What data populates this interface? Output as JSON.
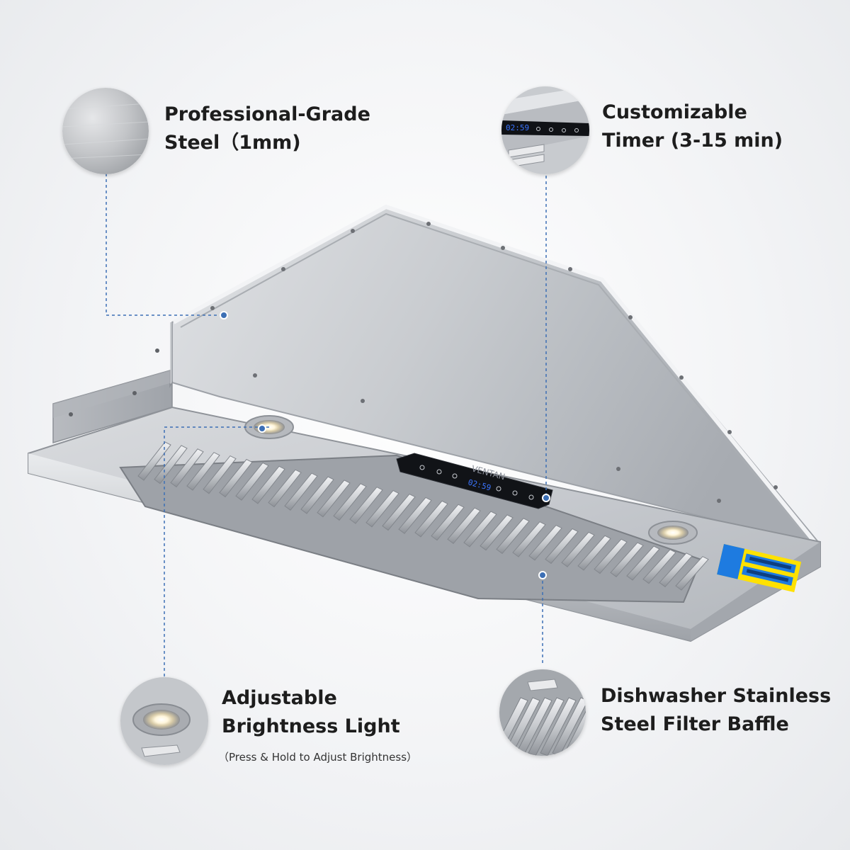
{
  "features": {
    "steel": {
      "line1": "Professional-Grade",
      "line2": "Steel（1mm)"
    },
    "timer": {
      "line1": "Customizable",
      "line2": "Timer (3-15 min)"
    },
    "light": {
      "line1": "Adjustable",
      "line2": "Brightness Light",
      "note": "（Press & Hold to Adjust Brightness）"
    },
    "baffle": {
      "line1": "Dishwasher Stainless",
      "line2": "Steel Filter Baffle"
    }
  },
  "product": {
    "brand": "VENTAN",
    "display_time": "02:59",
    "bubble_display_time": "02:59"
  },
  "colors": {
    "leader_line": "#3c6fb5",
    "display_blue": "#3a74ff",
    "label_yellow": "#ffe100",
    "label_blue": "#1e7be0"
  }
}
